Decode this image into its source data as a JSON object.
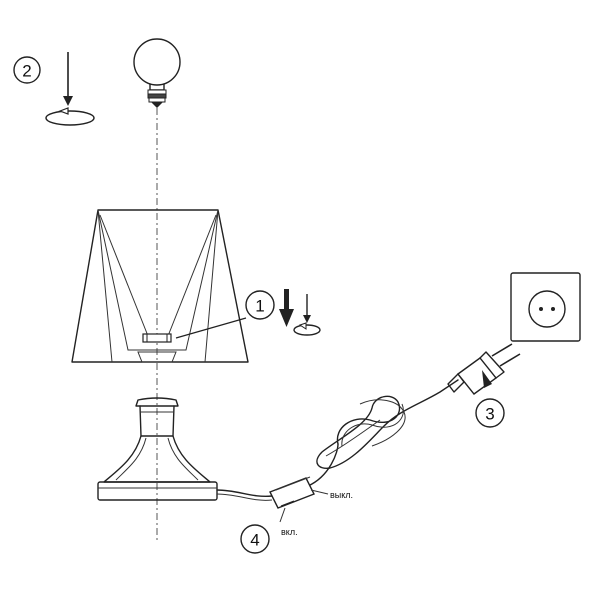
{
  "steps": [
    {
      "number": "1"
    },
    {
      "number": "2"
    },
    {
      "number": "3"
    },
    {
      "number": "4"
    }
  ],
  "switch_labels": {
    "off": "выкл.",
    "on": "вкл."
  },
  "colors": {
    "line": "#222222",
    "background": "#ffffff"
  }
}
